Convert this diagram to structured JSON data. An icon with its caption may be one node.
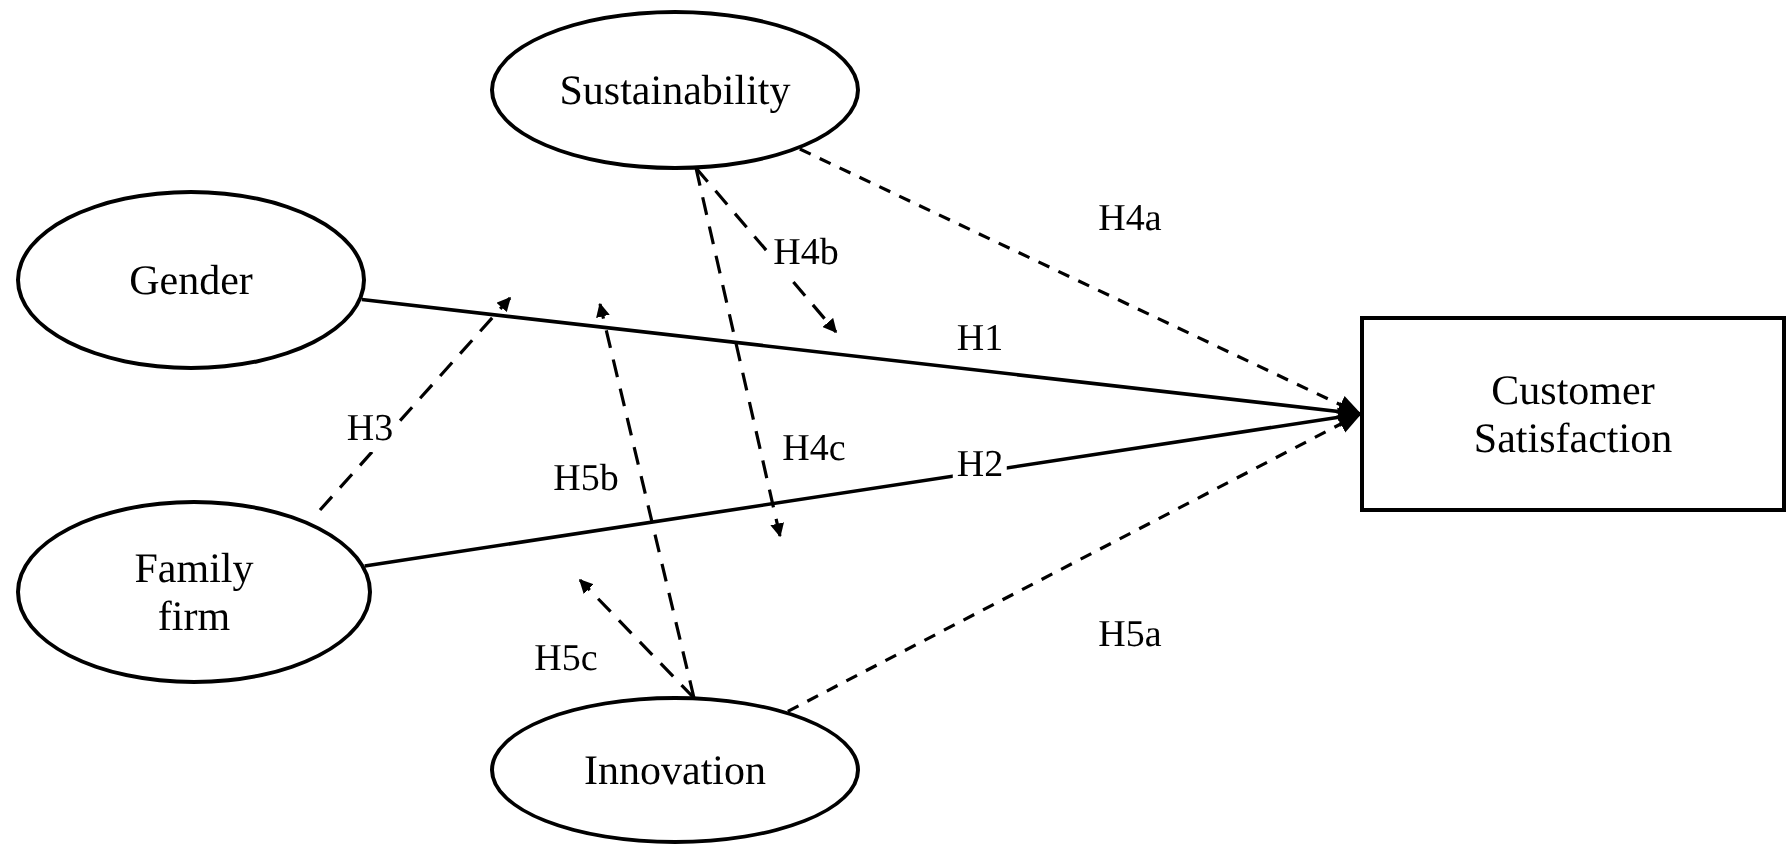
{
  "diagram": {
    "nodes": [
      {
        "text": [
          "Sustainability"
        ]
      },
      {
        "text": [
          "Gender"
        ]
      },
      {
        "text": [
          "Family firm"
        ]
      },
      {
        "text": [
          "Innovation"
        ]
      },
      {
        "text": [
          "Customer Satisfaction"
        ]
      }
    ],
    "edges": [
      {
        "from": 1,
        "to": 4,
        "arrow": "to",
        "label": "H1"
      },
      {
        "from": 2,
        "to": 4,
        "arrow": "to",
        "label": "H2"
      },
      {
        "from": 0,
        "to": 4,
        "arrow": "to",
        "label": "H4a",
        "style": "dashed"
      },
      {
        "from": 3,
        "to": 4,
        "arrow": "to",
        "label": "H5a",
        "style": "dashed"
      },
      {
        "from": 2,
        "to": null,
        "arrow": "to",
        "label": "H3",
        "style": "dashed"
      },
      {
        "from": 0,
        "to": null,
        "arrow": "to",
        "label": "H4b",
        "style": "dashed"
      },
      {
        "from": 0,
        "to": null,
        "arrow": "to",
        "label": "H4c",
        "style": "dashed"
      },
      {
        "from": 3,
        "to": null,
        "arrow": "to",
        "label": "H5b",
        "style": "dashed"
      },
      {
        "from": 3,
        "to": null,
        "arrow": "to",
        "label": "H5c",
        "style": "dashed"
      }
    ]
  }
}
